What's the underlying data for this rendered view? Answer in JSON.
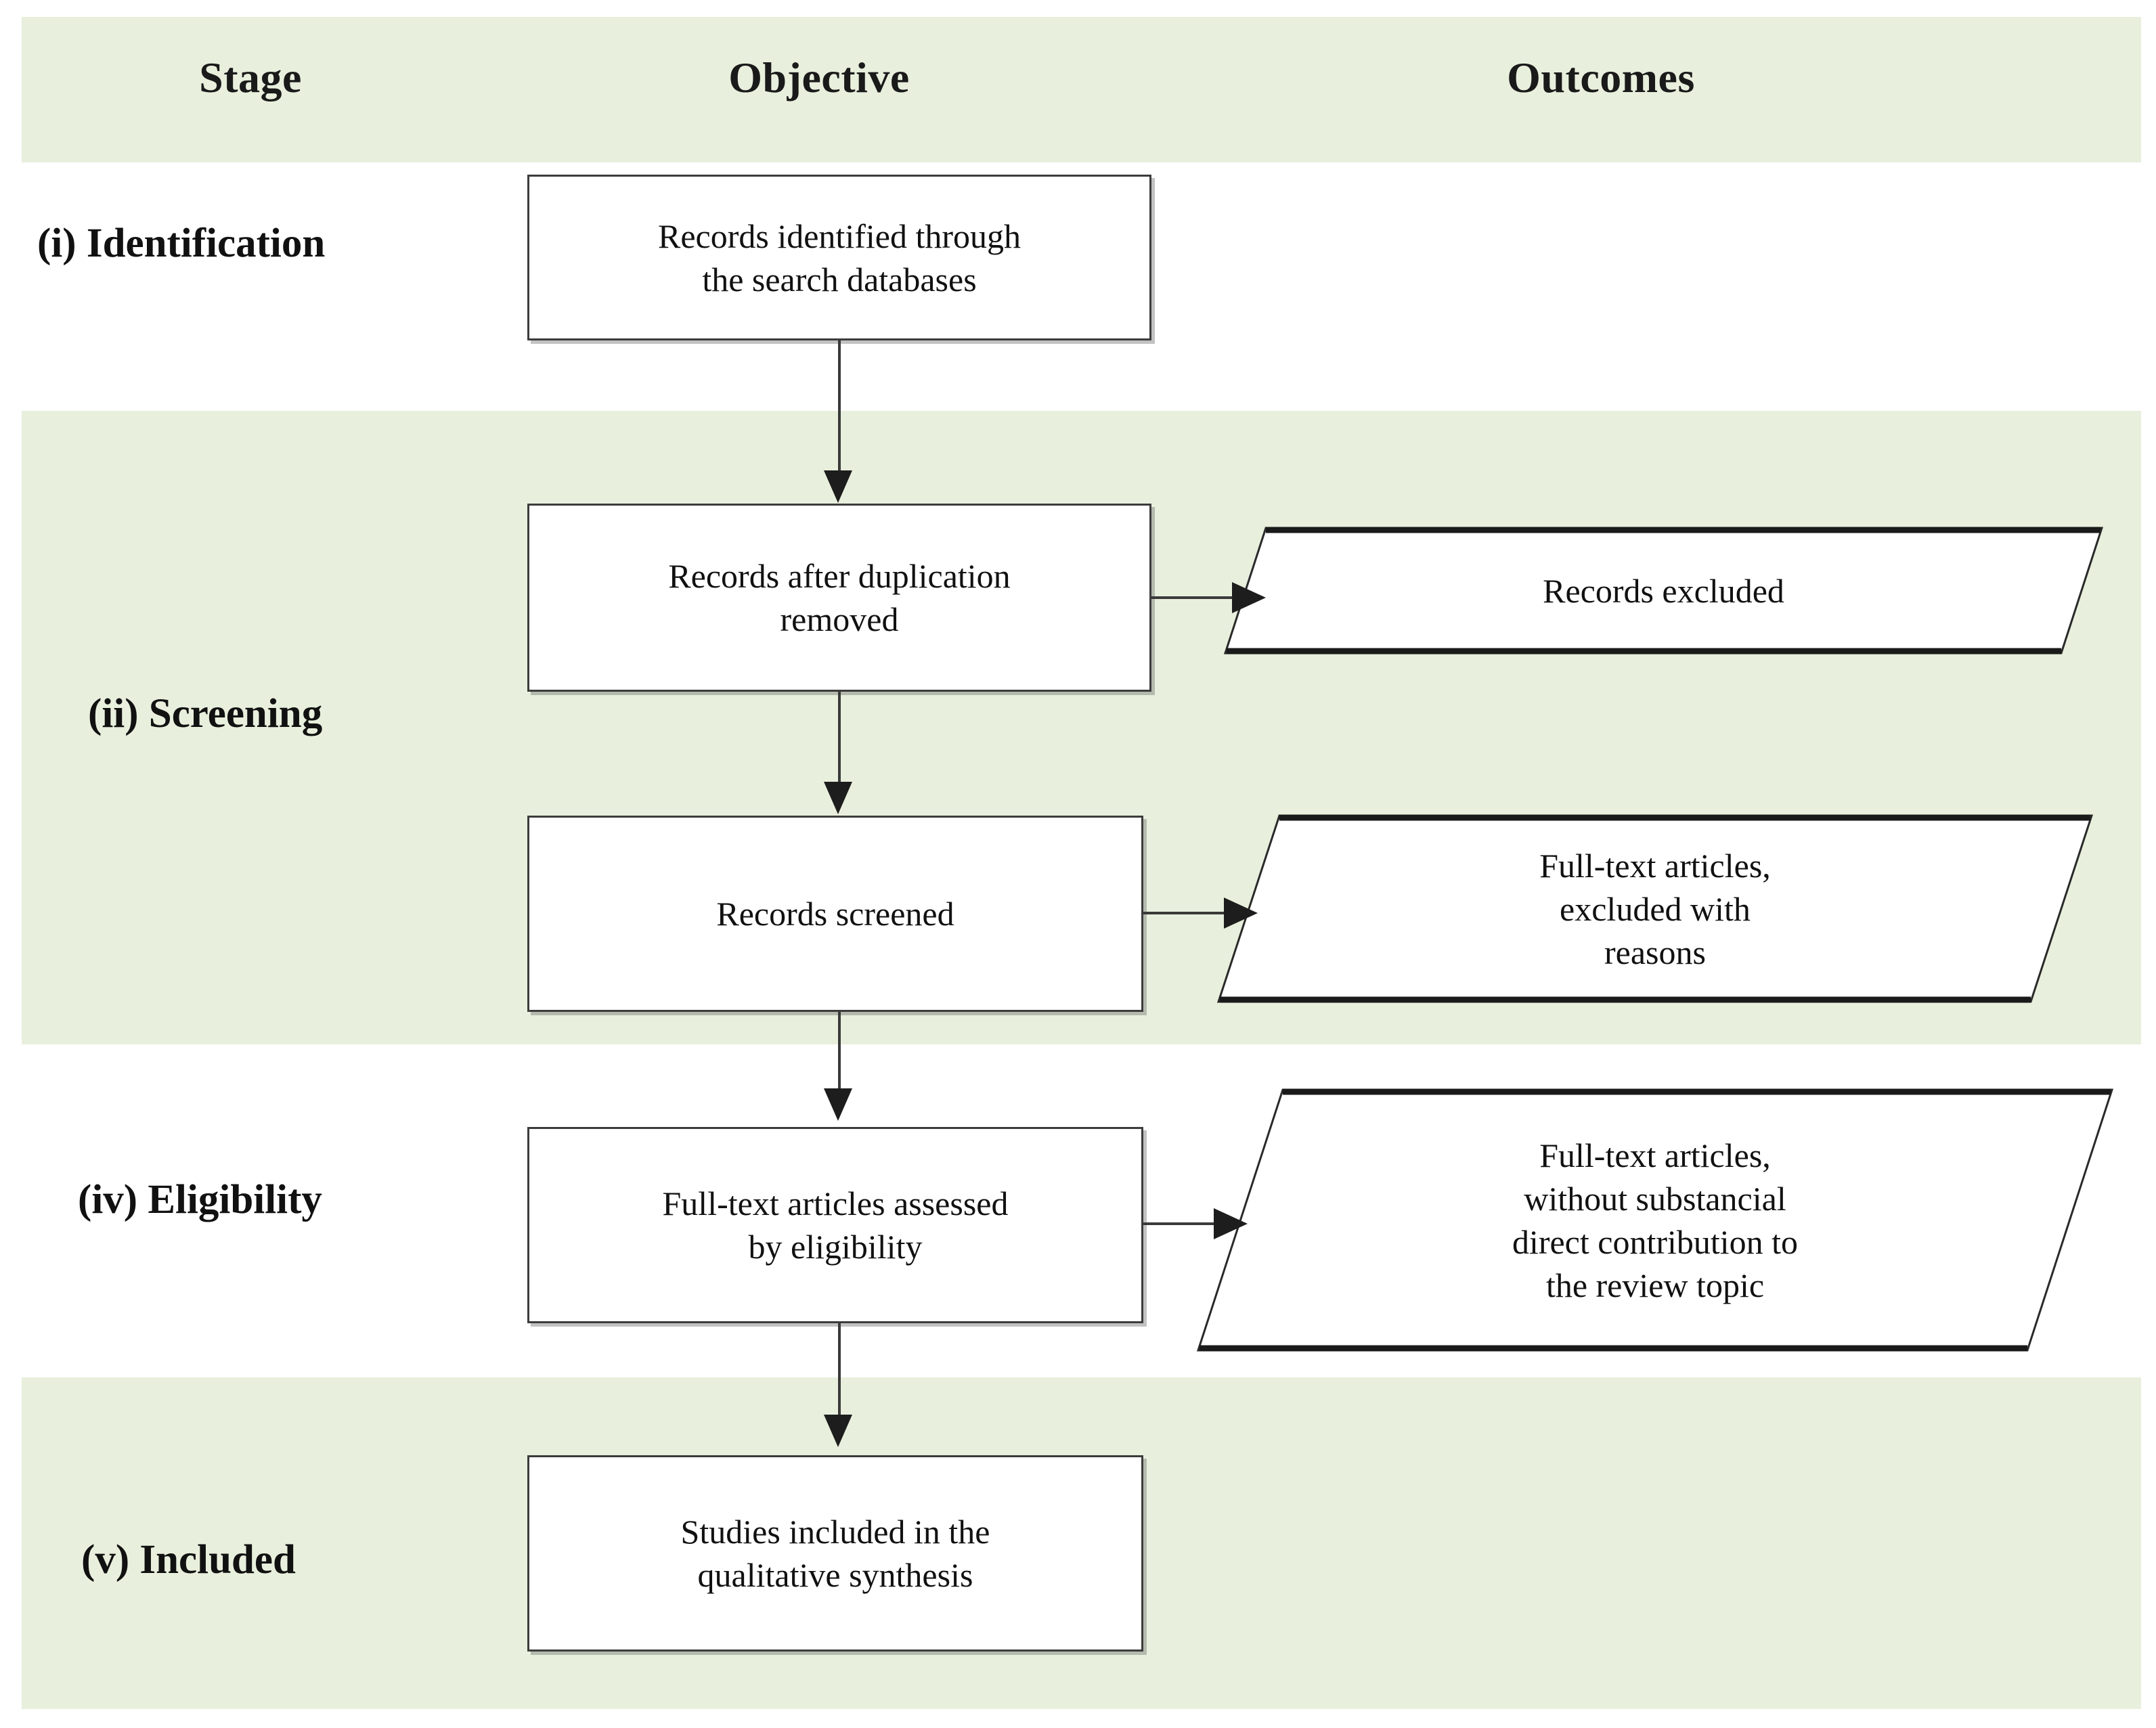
{
  "figure": {
    "type": "prisma-flow-diagram",
    "band_color": "#e8f0dd",
    "box_border_color": "#3c3c3c",
    "text_color": "#111111"
  },
  "columns": {
    "stage": "Stage",
    "objective": "Objective",
    "outcomes": "Outcomes"
  },
  "stages": [
    {
      "label": "(i) Identification"
    },
    {
      "label": "(ii) Screening"
    },
    {
      "label": "(iv) Eligibility"
    },
    {
      "label": "(v) Included"
    }
  ],
  "objectives": [
    {
      "line1": "Records identified through",
      "line2": "the search databases"
    },
    {
      "line1": "Records after duplication",
      "line2": "removed"
    },
    {
      "line1": "Records screened",
      "line2": ""
    },
    {
      "line1": "Full-text articles assessed",
      "line2": "by eligibility"
    },
    {
      "line1": "Studies included in the",
      "line2": "qualitative synthesis"
    }
  ],
  "outcomes": [
    {
      "line1": "Records excluded",
      "line2": "",
      "line3": "",
      "line4": ""
    },
    {
      "line1": "Full-text articles,",
      "line2": "excluded with",
      "line3": "reasons",
      "line4": ""
    },
    {
      "line1": "Full-text articles,",
      "line2": "without substancial",
      "line3": "direct contribution to",
      "line4": "the review topic"
    }
  ]
}
